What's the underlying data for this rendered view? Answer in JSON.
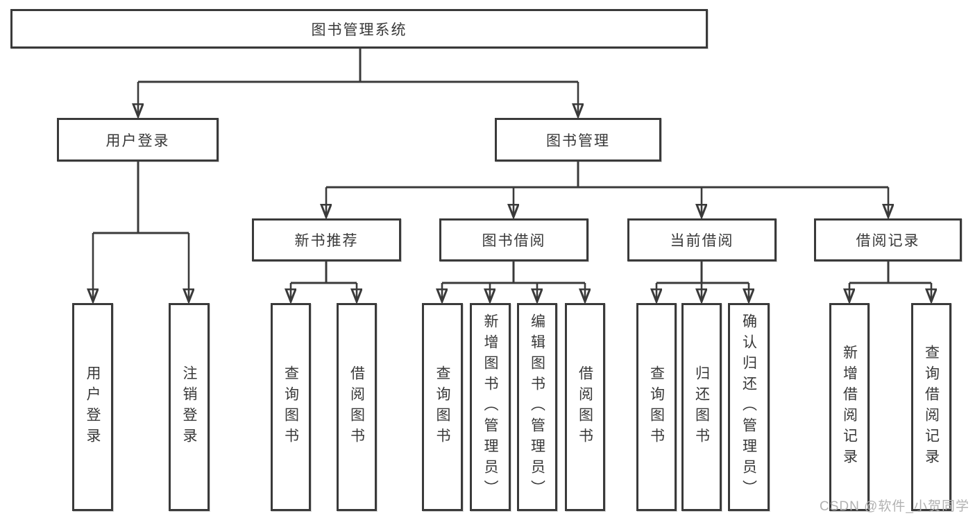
{
  "diagram": {
    "type": "hierarchy-tree",
    "root": {
      "label": "图书管理系统",
      "children": [
        {
          "label": "用户登录",
          "children": [
            {
              "label": "用户登录"
            },
            {
              "label": "注销登录"
            }
          ]
        },
        {
          "label": "图书管理",
          "children": [
            {
              "label": "新书推荐",
              "children": [
                {
                  "label": "查询图书"
                },
                {
                  "label": "借阅图书"
                }
              ]
            },
            {
              "label": "图书借阅",
              "children": [
                {
                  "label": "查询图书"
                },
                {
                  "label": "新增图书（管理员）"
                },
                {
                  "label": "编辑图书（管理员）"
                },
                {
                  "label": "借阅图书"
                }
              ]
            },
            {
              "label": "当前借阅",
              "children": [
                {
                  "label": "查询图书"
                },
                {
                  "label": "归还图书"
                },
                {
                  "label": "确认归还（管理员）"
                }
              ]
            },
            {
              "label": "借阅记录",
              "children": [
                {
                  "label": "新增借阅记录"
                },
                {
                  "label": "查询借阅记录"
                }
              ]
            }
          ]
        }
      ]
    }
  },
  "watermark": "CSDN @软件_小贺同学",
  "colors": {
    "line": "#3a3a3a",
    "text": "#383838",
    "background": "#ffffff",
    "watermark": "#b2b2b2"
  }
}
